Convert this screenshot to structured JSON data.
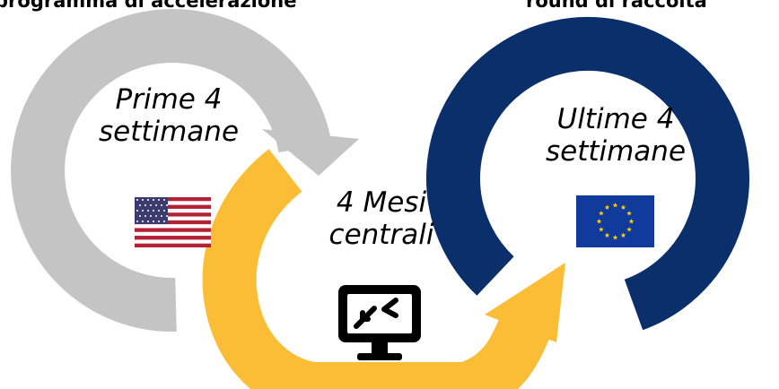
{
  "titles": {
    "left": "programma di accelerazione",
    "right": "round di raccolta"
  },
  "phases": {
    "first": {
      "line1": "Prime 4",
      "line2": "settimane"
    },
    "middle": {
      "line1": "4 Mesi",
      "line2": "centrali"
    },
    "last": {
      "line1": "Ultime 4",
      "line2": "settimane"
    }
  },
  "icons": {
    "first": "usa-flag-icon",
    "middle": "remote-monitor-icon",
    "last": "eu-flag-icon"
  },
  "colors": {
    "gray": "#c4c4c4",
    "yellow": "#fbbd36",
    "navy": "#0b2f6b",
    "eu_blue": "#103a9c",
    "eu_star": "#ffd200",
    "us_red": "#b22234",
    "us_blue": "#3c3b6e"
  }
}
